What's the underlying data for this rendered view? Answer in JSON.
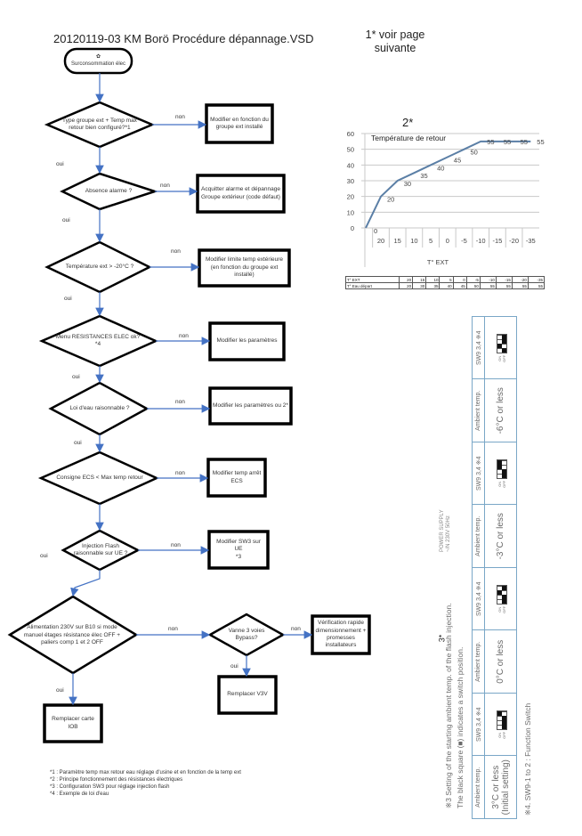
{
  "header": {
    "title": "20120119-03 KM Borö Procédure dépannage.VSD",
    "note": "1* voir page suivante"
  },
  "flow": {
    "start": {
      "icon": "✿",
      "label": "Surconsommation élec"
    },
    "yes": "oui",
    "no": "non",
    "decisions": [
      "Type groupe ext + Temp max retour bien configuré?*1",
      "Absence alarme ?",
      "Température ext > -20°C ?",
      "Menu RESISTANCES ELEC ok?\n*4",
      "Loi d'eau raisonnable ?",
      "Consigne ECS < Max temp retour",
      "Injection Flash raisonnable sur UE ?",
      "Alimentation 230V sur B10 si mode manuel étages résistance élec OFF + paliers comp 1 et 2 OFF",
      "Vanne 3 voies Bypass?"
    ],
    "actions": [
      "Modifier en fonction du groupe ext installé",
      "Acquitter alarme et dépannage Groupe extérieur (code défaut)",
      "Modifier limite temp extérieure (en fonction du groupe ext installé)",
      "Modifier les paramètres",
      "Modifier les paramètres ou 2*",
      "Modifier temp arrêt ECS",
      "Modifier SW3 sur UE\n*3",
      "Remplacer carte IOB",
      "Vérification rapide dimensionnement + promesses installateurs",
      "Remplacer V3V"
    ]
  },
  "footnotes": [
    "*1 : Paramètre temp max retour eau réglage d'usine et en fonction de la temp ext",
    "*2 : Principe fonctionnement des résistances électriques",
    "*3 : Configuration SW3 pour réglage injection flash",
    "*4 : Exemple de loi d'eau"
  ],
  "chart_data": {
    "type": "line",
    "marker": "2*",
    "title": "Température de retour",
    "xlabel": "T° EXT",
    "ylabel": "",
    "ylim": [
      0,
      60
    ],
    "yticks": [
      "0",
      "10",
      "20",
      "30",
      "40",
      "50",
      "60"
    ],
    "categories": [
      "20",
      "15",
      "10",
      "5",
      "0",
      "-5",
      "-10",
      "-15",
      "-20",
      "-35"
    ],
    "series": [
      {
        "name": "Température de retour",
        "values": [
          0,
          20,
          30,
          35,
          40,
          45,
          50,
          55,
          55,
          55,
          55
        ]
      }
    ],
    "grid": true,
    "table": {
      "rows": [
        {
          "label": "T° EXT",
          "values": [
            "20",
            "15",
            "10",
            "5",
            "0",
            "-5",
            "-10",
            "-15",
            "-20",
            "-35"
          ]
        },
        {
          "label": "T° Eau départ",
          "values": [
            "20",
            "30",
            "35",
            "40",
            "45",
            "50",
            "55",
            "55",
            "55",
            "55"
          ]
        }
      ]
    },
    "colors": {
      "line": "#5b7fa6",
      "grid": "#c8c8c8"
    }
  },
  "sw_table": {
    "marker": "3*",
    "caption1": "※3 Setting of the starting ambient temp. of the flash injection.",
    "caption2": "The black square (■) indicates a switch position.",
    "power": "POWER SUPPLY\n~/N  230V 50Hz",
    "header_amb": "Ambient temp.",
    "header_sw": "SW9 3,4 ※4",
    "on": "ON",
    "off": "OFF",
    "rows": [
      "3°C or less (Initial setting)",
      "0°C or less",
      "-3°C or less",
      "-6°C or less"
    ],
    "footer": "※4. SW9-1 to 2 : Function Switch"
  },
  "colors": {
    "arrow": "#4472c4"
  }
}
